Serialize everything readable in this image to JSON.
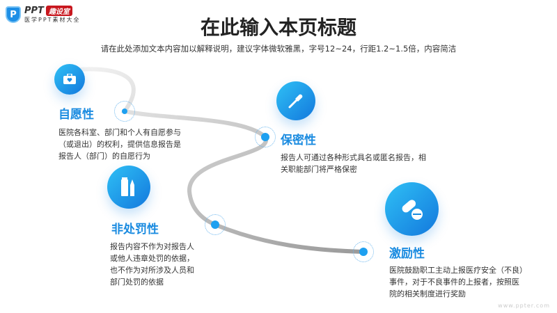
{
  "logo": {
    "brand": "PPT",
    "badge": "趣设室",
    "tagline": "医学PPT素材大全"
  },
  "header": {
    "title": "在此输入本页标题",
    "subtitle": "请在此处添加文本内容加以解释说明，建议字体微软雅黑，字号12~24，行距1.2~1.5倍，内容简洁"
  },
  "items": [
    {
      "icon": "medical-kit-icon",
      "title": "自愿性",
      "lines": [
        "医院各科室、部门和个人有自愿参与",
        "（或退出）的权利，提供信息报告是",
        "报告人（部门）的自愿行为"
      ]
    },
    {
      "icon": "dropper-icon",
      "title": "保密性",
      "lines": [
        "报告人可通过各种形式具名或匿名报告，相",
        "关职能部门将严格保密"
      ]
    },
    {
      "icon": "medicine-bottle-icon",
      "title": "非处罚性",
      "lines": [
        "报告内容不作为对报告人",
        "或他人违章处罚的依据，",
        "也不作为对所涉及人员和",
        "部门处罚的依据"
      ]
    },
    {
      "icon": "pills-icon",
      "title": "激励性",
      "lines": [
        "医院鼓励职工主动上报医疗安全（不良）",
        "事件，对于不良事件的上报者，按照医",
        "院的相关制度进行奖励"
      ]
    }
  ],
  "watermark": "www.ppter.com",
  "colors": {
    "accent": "#1a8be0",
    "brand_red": "#c8171e"
  }
}
